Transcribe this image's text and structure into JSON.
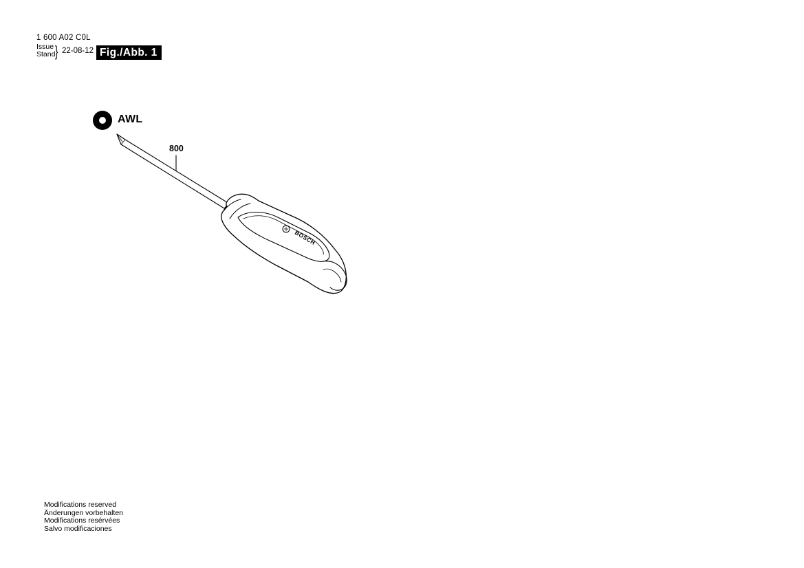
{
  "header": {
    "part_number": "1 600 A02 C0L",
    "issue_label": "Issue",
    "stand_label": "Stand",
    "brace": "}",
    "date": "22-08-12",
    "figure_label": "Fig./Abb. 1"
  },
  "diagram": {
    "tool_name": "AWL",
    "parts": [
      {
        "number": "800"
      }
    ],
    "handle_logo_text": "BOSCH"
  },
  "footer": {
    "lines": [
      "Modifications reserved",
      "Änderungen vorbehalten",
      "Modifications resérvées",
      "Salvo modificaciones"
    ]
  }
}
